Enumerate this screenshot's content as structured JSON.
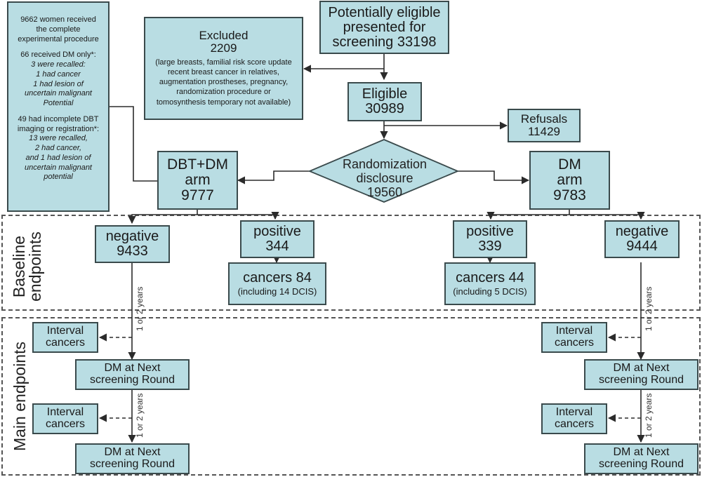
{
  "side_note": {
    "para1": [
      "9662 women received",
      "the complete",
      "experimental procedure"
    ],
    "para2_head": "66 received DM  only*:",
    "para2_items": [
      "3 were recalled:",
      "1 had cancer",
      "1 had lesion of",
      "uncertain malignant",
      "Potential"
    ],
    "para3_head": [
      "49 had incomplete DBT",
      "imaging or registration*:"
    ],
    "para3_items": [
      "13 were recalled,",
      "2 had cancer,",
      "and 1 had lesion of",
      "uncertain malignant",
      "potential"
    ]
  },
  "nodes": {
    "potentially_eligible": [
      "Potentially eligible",
      "presented for",
      "screening 33198"
    ],
    "excluded": {
      "title": "Excluded",
      "count": "2209",
      "reasons": [
        "(large breasts, familial risk score update",
        "recent breast cancer in relatives,",
        "augmentation  prostheses, pregnancy,",
        "randomization procedure or",
        "tomosynthesis temporary not available)"
      ]
    },
    "eligible": [
      "Eligible",
      "30989"
    ],
    "refusals": [
      "Refusals",
      "11429"
    ],
    "randomization": [
      "Randomization",
      "disclosure",
      "19560"
    ],
    "dbt_dm_arm": [
      "DBT+DM",
      "arm",
      "9777"
    ],
    "dm_arm": [
      "DM",
      "arm",
      "9783"
    ],
    "left_negative": [
      "negative",
      "9433"
    ],
    "left_positive": [
      "positive",
      "344"
    ],
    "left_cancers": [
      "cancers 84",
      "(including 14 DCIS)"
    ],
    "right_positive": [
      "positive",
      "339"
    ],
    "right_cancers": [
      "cancers 44",
      "(including 5 DCIS)"
    ],
    "right_negative": [
      "negative",
      "9444"
    ],
    "interval_cancers": [
      "Interval",
      "cancers"
    ],
    "dm_next_round": [
      "DM at Next",
      "screening Round"
    ]
  },
  "regions": {
    "baseline": [
      "Baseline",
      "endpoints"
    ],
    "main": "Main endpoints"
  },
  "interval_label": "1 or 2 years",
  "colors": {
    "box_fill": "#b9dde3",
    "box_border": "#3a4a4c",
    "line": "#2b2b2b"
  }
}
